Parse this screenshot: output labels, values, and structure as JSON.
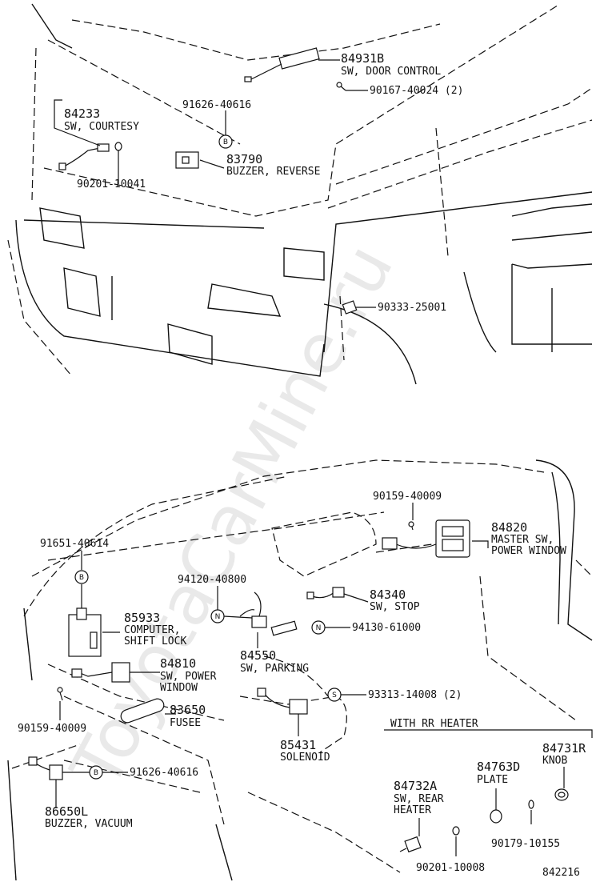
{
  "watermark": "ToyotaCarMine.ru",
  "diagram_id": "842216",
  "section_heading": "WITH RR HEATER",
  "parts": [
    {
      "id": "p84931b",
      "number": "84931B",
      "desc": [
        "SW, DOOR CONTROL"
      ]
    },
    {
      "id": "p90167",
      "number": "90167-40024 (2)",
      "desc": []
    },
    {
      "id": "p84233",
      "number": "84233",
      "desc": [
        "SW, COURTESY"
      ]
    },
    {
      "id": "p91626a",
      "number": "91626-40616",
      "desc": []
    },
    {
      "id": "p83790",
      "number": "83790",
      "desc": [
        "BUZZER, REVERSE"
      ]
    },
    {
      "id": "p90201a",
      "number": "90201-10041",
      "desc": []
    },
    {
      "id": "p90333",
      "number": "90333-25001",
      "desc": []
    },
    {
      "id": "p90159a",
      "number": "90159-40009",
      "desc": []
    },
    {
      "id": "p84820",
      "number": "84820",
      "desc": [
        "MASTER SW,",
        "POWER WINDOW"
      ]
    },
    {
      "id": "p91651",
      "number": "91651-40614",
      "desc": []
    },
    {
      "id": "p94120",
      "number": "94120-40800",
      "desc": []
    },
    {
      "id": "p84340",
      "number": "84340",
      "desc": [
        "SW, STOP"
      ]
    },
    {
      "id": "p85933",
      "number": "85933",
      "desc": [
        "COMPUTER,",
        "SHIFT LOCK"
      ]
    },
    {
      "id": "p94130",
      "number": "94130-61000",
      "desc": []
    },
    {
      "id": "p84550",
      "number": "84550",
      "desc": [
        "SW, PARKING"
      ]
    },
    {
      "id": "p84810",
      "number": "84810",
      "desc": [
        "SW, POWER",
        "WINDOW"
      ]
    },
    {
      "id": "p93313",
      "number": "93313-14008 (2)",
      "desc": []
    },
    {
      "id": "p83650",
      "number": "83650",
      "desc": [
        "FUSEE"
      ]
    },
    {
      "id": "p90159b",
      "number": "90159-40009",
      "desc": []
    },
    {
      "id": "p85431",
      "number": "85431",
      "desc": [
        "SOLENOID"
      ]
    },
    {
      "id": "p91626b",
      "number": "91626-40616",
      "desc": []
    },
    {
      "id": "p86650l",
      "number": "86650L",
      "desc": [
        "BUZZER, VACUUM"
      ]
    },
    {
      "id": "p84731r",
      "number": "84731R",
      "desc": [
        "KNOB"
      ]
    },
    {
      "id": "p84763d",
      "number": "84763D",
      "desc": [
        "PLATE"
      ]
    },
    {
      "id": "p84732a",
      "number": "84732A",
      "desc": [
        "SW, REAR",
        "HEATER"
      ]
    },
    {
      "id": "p90179",
      "number": "90179-10155",
      "desc": []
    },
    {
      "id": "p90201b",
      "number": "90201-10008",
      "desc": []
    }
  ],
  "callout_markers": [
    {
      "id": "mB1",
      "letter": "B"
    },
    {
      "id": "mB2",
      "letter": "B"
    },
    {
      "id": "mB3",
      "letter": "B"
    },
    {
      "id": "mN1",
      "letter": "N"
    },
    {
      "id": "mN2",
      "letter": "N"
    },
    {
      "id": "mS1",
      "letter": "S"
    }
  ]
}
